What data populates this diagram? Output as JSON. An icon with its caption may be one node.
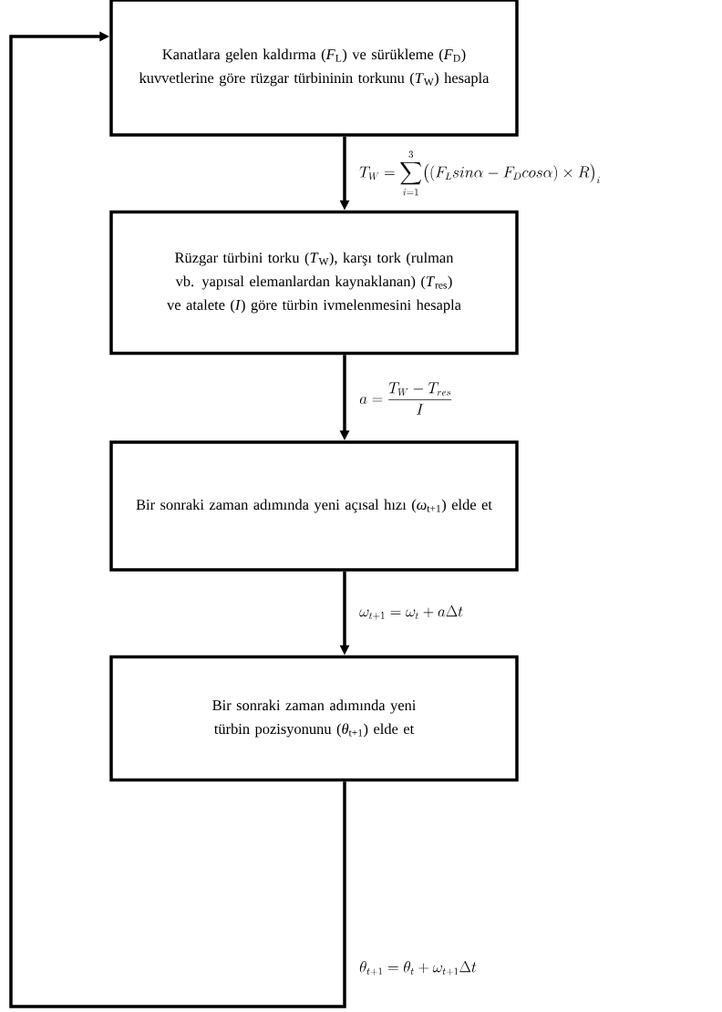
{
  "diagram": {
    "nodes": [
      {
        "text": [
          "Kanatlara gelen kaldırma (*F*$_{L}$) ve sürükleme (*F*$_{D}$) kuvvetlerine göre rüzgar türbininin torkunu (*T*$_{W}$) hesapla"
        ]
      },
      {
        "text": [
          "Rüzgar türbini torku (*T*$_{W}$), karşı tork (rulman vb. yapısal elemanlardan kaynaklanan) (*T*$_{res}$) ve atalete (*I*) göre türbin ivmelenmesini hesapla"
        ]
      },
      {
        "text": [
          "Bir sonraki zaman adımında yeni açısal hızı (*ω*$_{t+1}$) elde et"
        ]
      },
      {
        "text": [
          "Bir sonraki zaman adımında yeni türbin pozisyonunu (*θ*$_{t+1}$) elde et"
        ]
      }
    ],
    "edges": [
      {
        "from": 0,
        "to": 1,
        "arrow": "to",
        "label": "T_W = \\sum_{i=1}^{3}\\bigl((F_L sin\\alpha - F_D cos\\alpha)\\times R\\bigr)_i"
      },
      {
        "from": 1,
        "to": 2,
        "arrow": "to",
        "label": "a = \\frac{T_W - T_{res}}{I}"
      },
      {
        "from": 2,
        "to": 3,
        "arrow": "to",
        "label": "\\omega_{t+1} = \\omega_t + a\\Delta t"
      },
      {
        "from": 3,
        "to": 0,
        "arrow": "to",
        "label": "\\theta_{t+1} = \\theta_t + \\omega_{t+1}\\Delta t"
      }
    ]
  }
}
